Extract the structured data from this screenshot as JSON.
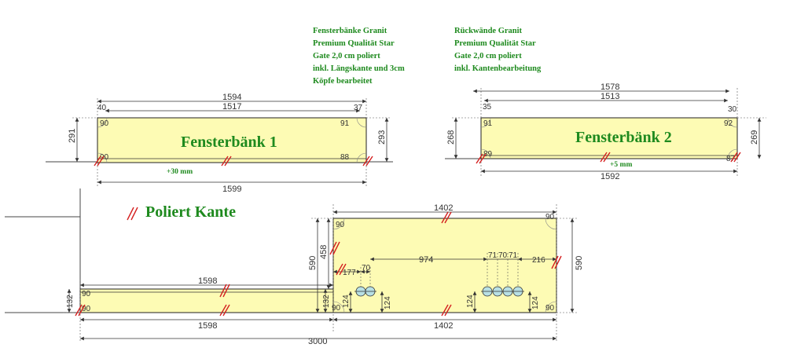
{
  "notes": {
    "left": [
      "Fensterbänke Granit",
      "Premium Qualität Star",
      "Gate 2,0 cm poliert",
      "inkl. Längskante und 3cm",
      "Köpfe bearbeitet"
    ],
    "right": [
      "Rückwände Granit",
      "Premium Qualität Star",
      "Gate 2,0 cm poliert",
      "inkl. Kantenbearbeitung"
    ]
  },
  "legend": {
    "label": "Poliert Kante"
  },
  "fb1": {
    "label": "Fensterbänk 1",
    "top_total": "1594",
    "top_inner": "1517",
    "left_offset": "40",
    "right_offset": "37",
    "bottom": "1599",
    "height_left": "291",
    "height_right": "293",
    "extra": "+30 mm",
    "angles": [
      "90",
      "91",
      "90",
      "88"
    ]
  },
  "fb2": {
    "label": "Fensterbänk 2",
    "top_total": "1578",
    "top_inner": "1513",
    "left_offset": "35",
    "right_offset": "30",
    "bottom": "1592",
    "height_left": "268",
    "height_right": "269",
    "extra": "+5 mm",
    "angles": [
      "91",
      "92",
      "89",
      "87"
    ]
  },
  "bottom": {
    "left_top": "1598",
    "left_bottom": "1598",
    "left_height": "132",
    "mid_height": "132",
    "right_top": "1402",
    "right_bottom": "1402",
    "total": "3000",
    "height_left": "590",
    "height_right": "590",
    "step": "458",
    "d177": "177",
    "d70": "70",
    "d974": "974",
    "d71a": "71",
    "d70b": "70",
    "d71b": "71",
    "d216": "216",
    "d124a": "124",
    "d124b": "124",
    "d124c": "124",
    "d124d": "124",
    "angles": [
      "90",
      "90",
      "90",
      "90",
      "90",
      "90"
    ]
  }
}
